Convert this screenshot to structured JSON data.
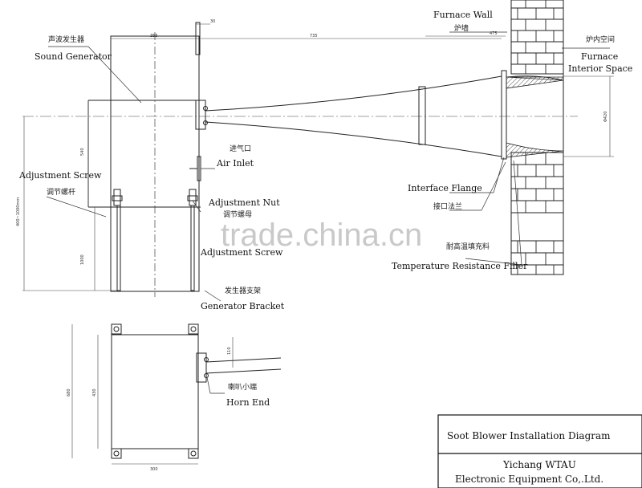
{
  "labels": {
    "furnace_wall_en": "Furnace Wall",
    "furnace_wall_cn": "炉墙",
    "furnace_interior_cn": "炉内空间",
    "furnace_interior_en_1": "Furnace",
    "furnace_interior_en_2": "Interior Space",
    "sound_generator_cn": "声波发生器",
    "sound_generator_en": "Sound Generator",
    "adjustment_screw_en": "Adjustment Screw",
    "adjustment_screw_cn": "调节螺杆",
    "adjustment_nut_en": "Adjustment Nut",
    "adjustment_nut_cn": "调节螺母",
    "adjustment_screw_2_en": "Adjustment Screw",
    "air_inlet_cn": "进气口",
    "air_inlet_en": "Air Inlet",
    "interface_flange_en": "Interface Flange",
    "interface_flange_cn": "接口法兰",
    "temperature_filler_cn": "耐高温填充料",
    "temperature_filler_en": "Temperature Resistance Filler",
    "generator_bracket_cn": "发生器支架",
    "generator_bracket_en": "Generator Bracket",
    "horn_end_cn": "喇叭小端",
    "horn_end_en": "Horn End"
  },
  "dimensions": {
    "d30": "30",
    "d355": "355",
    "d735": "735",
    "d475": "475",
    "d540": "540",
    "d400_1000": "400~1000mm",
    "d1000": "1000",
    "d420": "Φ420",
    "d110": "110",
    "d680": "680",
    "d430": "430",
    "d300": "300"
  },
  "title_block": {
    "title": "Soot Blower Installation Diagram",
    "company_1": "Yichang WTAU",
    "company_2": "Electronic Equipment Co,.Ltd."
  },
  "watermark": "trade.china.cn"
}
